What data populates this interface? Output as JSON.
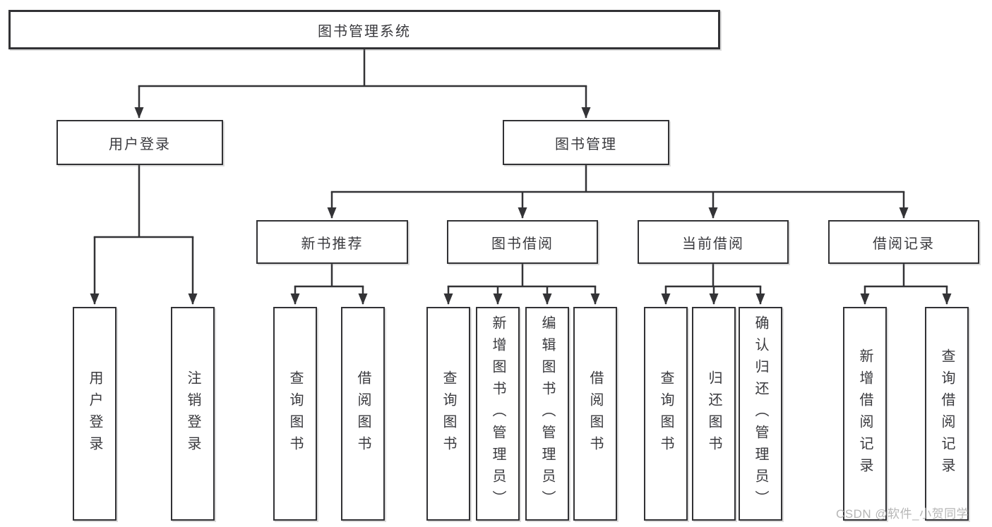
{
  "diagram": {
    "type": "hierarchy-tree",
    "root": {
      "label": "图书管理系统"
    },
    "level2": [
      {
        "label": "用户登录",
        "parent": "图书管理系统"
      },
      {
        "label": "图书管理",
        "parent": "图书管理系统"
      }
    ],
    "level3": [
      {
        "label": "新书推荐",
        "parent": "图书管理"
      },
      {
        "label": "图书借阅",
        "parent": "图书管理"
      },
      {
        "label": "当前借阅",
        "parent": "图书管理"
      },
      {
        "label": "借阅记录",
        "parent": "图书管理"
      }
    ],
    "leaves": [
      {
        "label": "用户登录",
        "parent": "用户登录"
      },
      {
        "label": "注销登录",
        "parent": "用户登录"
      },
      {
        "label": "查询图书",
        "parent": "新书推荐"
      },
      {
        "label": "借阅图书",
        "parent": "新书推荐"
      },
      {
        "label": "查询图书",
        "parent": "图书借阅"
      },
      {
        "label": "新增图书（管理员）",
        "parent": "图书借阅"
      },
      {
        "label": "编辑图书（管理员）",
        "parent": "图书借阅"
      },
      {
        "label": "借阅图书",
        "parent": "图书借阅"
      },
      {
        "label": "查询图书",
        "parent": "当前借阅"
      },
      {
        "label": "归还图书",
        "parent": "当前借阅"
      },
      {
        "label": "确认归还（管理员）",
        "parent": "当前借阅"
      },
      {
        "label": "新增借阅记录",
        "parent": "借阅记录"
      },
      {
        "label": "查询借阅记录",
        "parent": "借阅记录"
      }
    ]
  },
  "watermark": {
    "text": "CSDN @软件_小贺同学",
    "color": "#b6b6b6"
  },
  "colors": {
    "background": "#ffffff",
    "line": "#333336",
    "box_border": "#323235",
    "text": "#3a3a3e"
  }
}
